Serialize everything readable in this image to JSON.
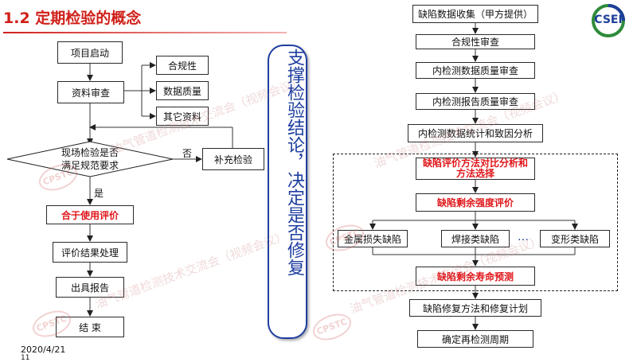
{
  "header": {
    "title": "1.2 定期检验的概念",
    "logo_text": "CSEI"
  },
  "left_flow": {
    "start": "项目启动",
    "review": "资料审查",
    "compliance": "合规性",
    "data_quality": "数据质量",
    "other_docs": "其它资料",
    "decision_line1": "现场检验是否",
    "decision_line2": "满足规范要求",
    "no_label": "否",
    "yes_label": "是",
    "supplement": "补充检验",
    "fitness": "合于使用评价",
    "result_handling": "评价结果处理",
    "report": "出具报告",
    "end": "结 束"
  },
  "support": {
    "text": "支撑检验结论，决定是否修复"
  },
  "right_flow": {
    "collect": "缺陷数据收集（甲方提供）",
    "compliance_review": "合规性审查",
    "ili_quality": "内检测数据质量审查",
    "ili_report": "内检测报告质量审查",
    "stats": "内检测数据统计和致因分析",
    "method_compare_line1": "缺陷评价方法对比分析和",
    "method_compare_line2": "方法选择",
    "residual_strength": "缺陷剩余强度评价",
    "metal_loss": "金属损失缺陷",
    "weld": "焊接类缺陷",
    "ellipsis": "…",
    "deformation": "变形类缺陷",
    "life_prediction": "缺陷剩余寿命预测",
    "repair_plan": "缺陷修复方法和修复计划",
    "reinspection": "确定再检测周期"
  },
  "footer": {
    "date": "2020/4/21",
    "page": "11"
  },
  "watermarks": {
    "text": "油气管道检测技术交流会（视频会议）",
    "stamp": "CPSTC"
  },
  "colors": {
    "title": "#d0201a",
    "highlight": "#e0161a",
    "support_blue": "#1f3fa0",
    "logo_green": "#2e8b3a"
  }
}
